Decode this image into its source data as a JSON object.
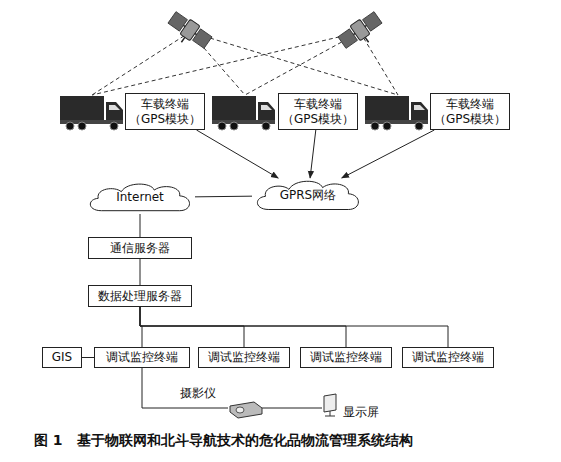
{
  "diagram": {
    "caption": "图 1　基于物联网和北斗导航技术的危化品物流管理系统结构",
    "nodes": [
      {
        "text": [
          "车载终端 （GPS模块）"
        ]
      },
      {
        "text": [
          "车载终端 （GPS模块）"
        ]
      },
      {
        "text": [
          "车载终端 （GPS模块）"
        ]
      },
      {
        "text": [
          "Internet"
        ]
      },
      {
        "text": [
          "GPRS网络"
        ]
      },
      {
        "text": [
          "通信服务器"
        ]
      },
      {
        "text": [
          "数据处理服务器"
        ]
      },
      {
        "text": [
          "GIS"
        ]
      },
      {
        "text": [
          "调试监控终端"
        ]
      },
      {
        "text": [
          "调试监控终端"
        ]
      },
      {
        "text": [
          "调试监控终端"
        ]
      },
      {
        "text": [
          "调试监控终端"
        ]
      }
    ],
    "edges": [
      {
        "from": 0,
        "to": 4,
        "arrow": "to"
      },
      {
        "from": 1,
        "to": 4,
        "arrow": "to"
      },
      {
        "from": 2,
        "to": 4,
        "arrow": "to"
      },
      {
        "from": 3,
        "to": 4,
        "arrow": "none"
      },
      {
        "from": 3,
        "to": 5,
        "arrow": "none"
      },
      {
        "from": 5,
        "to": 6,
        "arrow": "none"
      },
      {
        "from": 6,
        "to": 8,
        "arrow": "none"
      },
      {
        "from": 6,
        "to": 9,
        "arrow": "none"
      },
      {
        "from": 6,
        "to": 10,
        "arrow": "none"
      },
      {
        "from": 6,
        "to": 11,
        "arrow": "none"
      },
      {
        "from": 7,
        "to": 8,
        "arrow": "none"
      }
    ],
    "labels": [
      "摄影仪",
      "显示屏"
    ]
  }
}
